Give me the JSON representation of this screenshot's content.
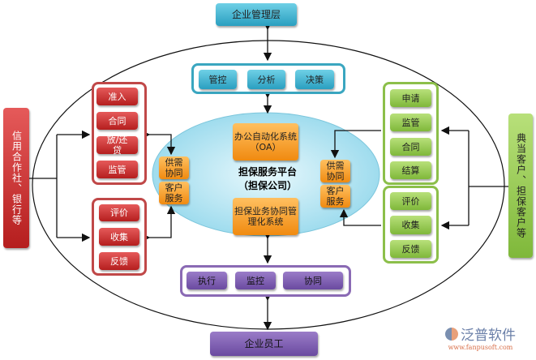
{
  "top": {
    "label": "企业管理层"
  },
  "bottom": {
    "label": "企业员工"
  },
  "management_group": {
    "items": [
      "管控",
      "分析",
      "决策"
    ]
  },
  "staff_group": {
    "items": [
      "执行",
      "监控",
      "协同"
    ]
  },
  "platform": {
    "title": "担保服务平台",
    "subtitle": "（担保公司）",
    "oa": "办公自动化系统（OA）",
    "business": "担保业务协同管理化系统"
  },
  "inner_left": {
    "items": [
      "供需协同",
      "客户服务"
    ]
  },
  "inner_right": {
    "items": [
      "供需协同",
      "客户服务"
    ]
  },
  "left_group_1": {
    "items": [
      "准入",
      "合同",
      "放/还贷",
      "监管"
    ]
  },
  "left_group_2": {
    "items": [
      "评价",
      "收集",
      "反馈"
    ]
  },
  "right_group_1": {
    "items": [
      "申请",
      "监管",
      "合同",
      "结算"
    ]
  },
  "right_group_2": {
    "items": [
      "评价",
      "收集",
      "反馈"
    ]
  },
  "left_bar": {
    "label": "信用合作社、银行等"
  },
  "right_bar": {
    "label": "典当客户、担保客户等"
  },
  "logo": {
    "name": "泛普软件",
    "url": "www.fanpusoft.com"
  }
}
